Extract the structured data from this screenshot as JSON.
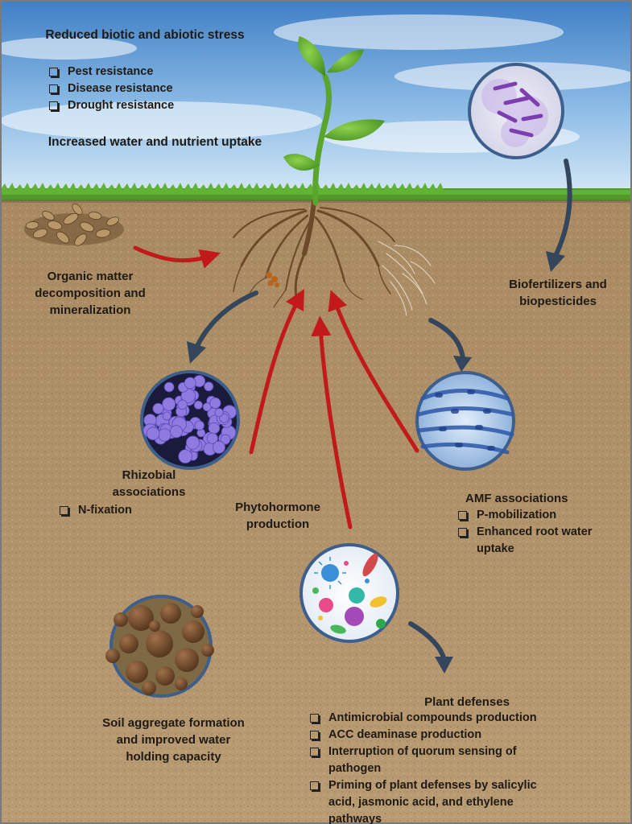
{
  "labels": {
    "stress_title": "Reduced biotic and abiotic stress",
    "stress_items": [
      "Pest resistance",
      "Disease resistance",
      "Drought resistance"
    ],
    "uptake": "Increased water and nutrient uptake",
    "organic": "Organic matter decomposition and mineralization",
    "biofert": "Biofertilizers and biopesticides",
    "rhizobial_title": "Rhizobial associations",
    "rhizobial_items": [
      "N-fixation"
    ],
    "phyto": "Phytohormone production",
    "amf_title": "AMF associations",
    "amf_items": [
      "P-mobilization",
      "Enhanced root water uptake"
    ],
    "soil": "Soil aggregate formation and improved water holding capacity",
    "defense_title": "Plant defenses",
    "defense_items": [
      "Antimicrobial compounds production",
      "ACC deaminase production",
      "Interruption of quorum sensing of pathogen",
      "Priming of plant defenses by salicylic acid, jasmonic acid, and ethylene pathways"
    ]
  },
  "colors": {
    "sky_top": "#3f7fc6",
    "sky_bottom": "#d9ebf7",
    "grass": "#4f9a2a",
    "soil": "#b89a72",
    "arrow_red": "#c21a1a",
    "arrow_dark": "#34465c",
    "circle_border": "#3e5f8c",
    "text": "#1f1a14"
  },
  "icons": [
    "plant-seedling-icon",
    "bacteria-micrograph-icon",
    "rhizobia-cluster-icon",
    "amf-hyphae-icon",
    "microbe-community-icon",
    "soil-aggregate-icon",
    "seed-litter-icon"
  ]
}
